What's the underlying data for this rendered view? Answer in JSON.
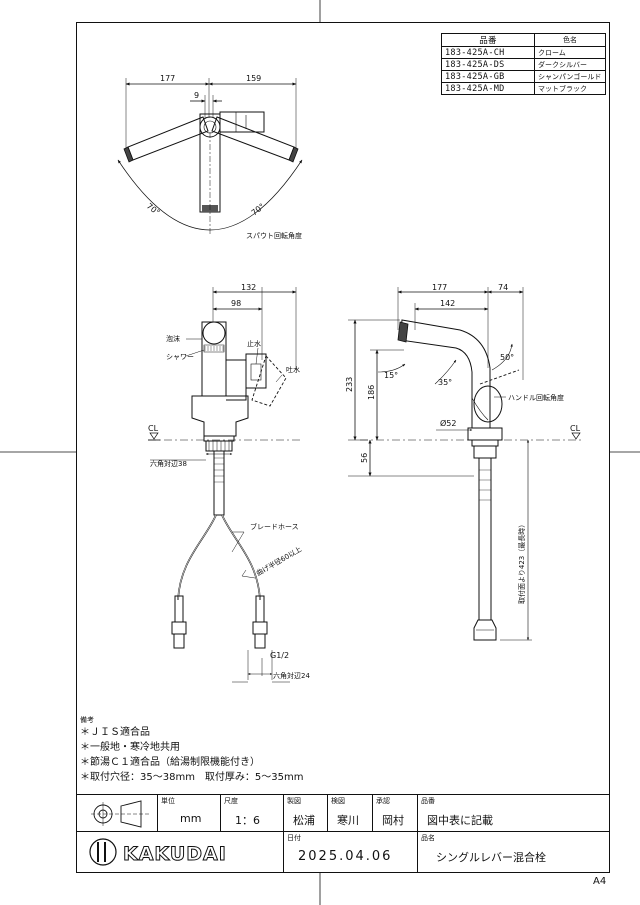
{
  "color_table": {
    "header": {
      "code": "品番",
      "color": "色名"
    },
    "rows": [
      {
        "code": "183-425A-CH",
        "color": "クローム"
      },
      {
        "code": "183-425A-DS",
        "color": "ダークシルバー"
      },
      {
        "code": "183-425A-GB",
        "color": "シャンパンゴールド"
      },
      {
        "code": "183-425A-MD",
        "color": "マットブラック"
      }
    ]
  },
  "top_view": {
    "dim_left": "177",
    "dim_right": "159",
    "dim_offset": "9",
    "angle_left": "70°",
    "angle_right": "70°",
    "caption": "スパウト回転角度"
  },
  "front_view": {
    "dim_top": "132",
    "dim_second": "98",
    "label_foam": "泡沫",
    "label_shower": "シャワー",
    "label_stop": "止水",
    "label_spout": "吐水",
    "label_cl": "CL",
    "label_hex38": "六角対辺38",
    "label_hose": "ブレードホース",
    "label_bend": "曲げ半径60以上",
    "label_g12": "G1/2",
    "label_hex24": "六角対辺24"
  },
  "side_view": {
    "dim_top": "177",
    "dim_right": "74",
    "dim_second": "142",
    "dim_233": "233",
    "dim_186": "186",
    "dim_56": "56",
    "angle_15": "15°",
    "angle_35": "35°",
    "angle_50": "50°",
    "label_diam": "Ø52",
    "label_handle": "ハンドル回転角度",
    "label_cl": "CL",
    "label_length": "取付面より423（最長時）"
  },
  "notes": {
    "heading": "備考",
    "items": [
      "＊ＪＩＳ適合品",
      "＊一般地・寒冷地共用",
      "＊節湯Ｃ１適合品（給湯制限機能付き）",
      "＊取付穴径：35～38mm　取付厚み：5～35mm"
    ]
  },
  "title_block": {
    "unit_label": "単位",
    "unit_value": "mm",
    "scale_label": "尺度",
    "scale_value": "1：6",
    "drawn_label": "製図",
    "drawn_value": "松浦",
    "checked_label": "検図",
    "checked_value": "寒川",
    "approved_label": "承認",
    "approved_value": "岡村",
    "partno_label": "品番",
    "partno_value": "図中表に記載",
    "date_label": "日付",
    "date_value": "2025.04.06",
    "name_label": "品名",
    "name_value": "シングルレバー混合栓",
    "logo": "KAKUDAI"
  },
  "paper_size": "A4"
}
